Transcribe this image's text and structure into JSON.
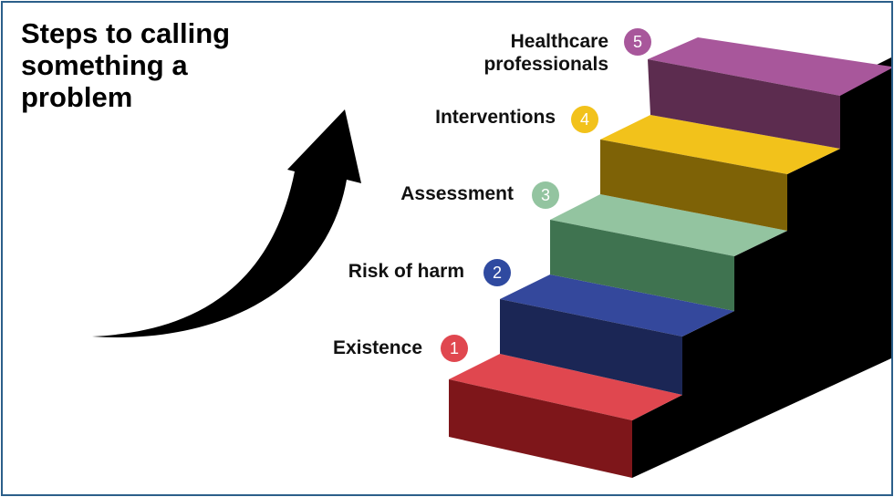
{
  "title": {
    "lines": [
      "Steps to calling",
      "something a",
      "problem"
    ]
  },
  "steps": [
    {
      "number": "1",
      "label": "Existence",
      "color": "#e0474f"
    },
    {
      "number": "2",
      "label": "Risk of harm",
      "color": "#2f4aa0"
    },
    {
      "number": "3",
      "label": "Assessment",
      "color": "#93c4a0"
    },
    {
      "number": "4",
      "label": "Interventions",
      "color": "#f2c21b"
    },
    {
      "number": "5",
      "label_lines": [
        "Healthcare",
        "professionals"
      ],
      "color": "#a8579b"
    }
  ],
  "palette": {
    "frame": "#2b5f8a",
    "stair_shadow": "#000000",
    "arrow": "#000000",
    "step_tops": [
      "#e0474f",
      "#34489c",
      "#93c4a0",
      "#f2c21b",
      "#a8579b"
    ],
    "step_fronts": [
      "#7e161a",
      "#1b2655",
      "#3f7350",
      "#7e6206",
      "#5c2c4f"
    ]
  }
}
